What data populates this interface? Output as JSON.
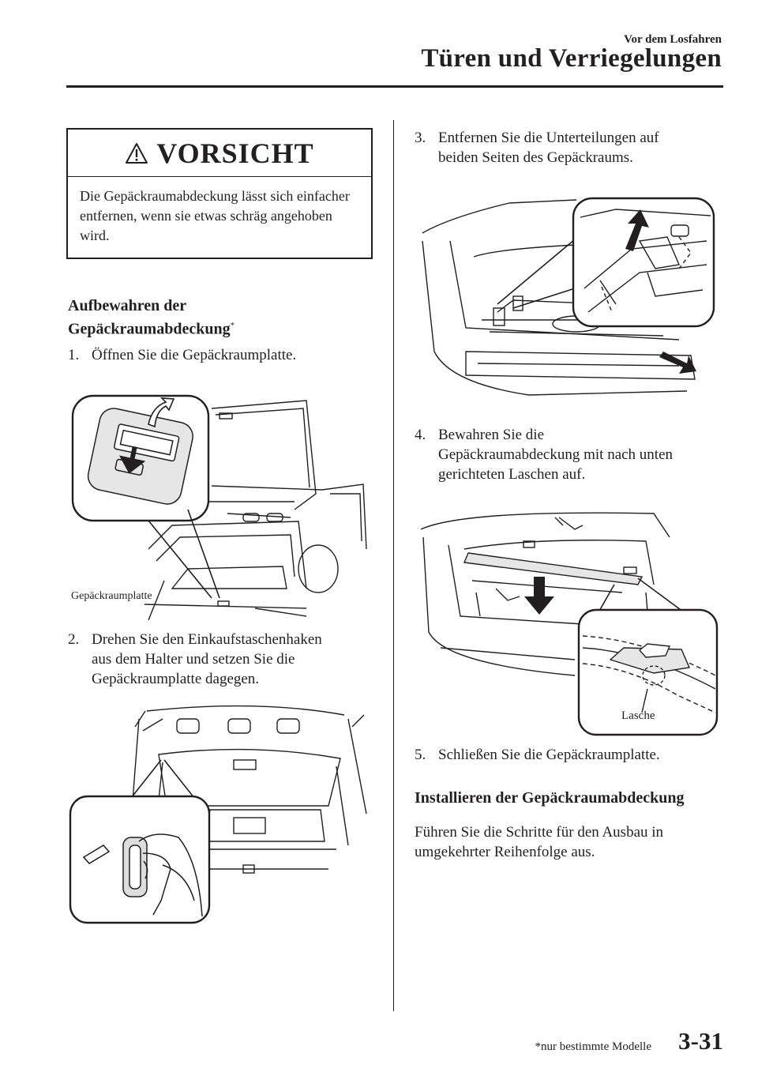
{
  "header": {
    "subtitle": "Vor dem Losfahren",
    "title": "Türen und Verriegelungen"
  },
  "caution": {
    "title": "VORSICHT",
    "text": "Die Gepäckraumabdeckung lässt sich einfacher entfernen, wenn sie etwas schräg angehoben wird."
  },
  "section_store": {
    "heading_line1": "Aufbewahren der",
    "heading_line2": "Gepäckraumabdeckung",
    "footnote_mark": "*"
  },
  "steps": [
    {
      "num": "1.",
      "line1": "Öffnen Sie die Gepäckraumplatte.",
      "line2": "",
      "line3": ""
    },
    {
      "num": "2.",
      "line1": "Drehen Sie den Einkaufstaschenhaken",
      "line2": "aus dem Halter und setzen Sie die",
      "line3": "Gepäckraumplatte dagegen."
    },
    {
      "num": "3.",
      "line1": "Entfernen Sie die Unterteilungen auf",
      "line2": "beiden Seiten des Gepäckraums.",
      "line3": ""
    },
    {
      "num": "4.",
      "line1": "Bewahren Sie die",
      "line2": "Gepäckraumabdeckung mit nach unten",
      "line3": "gerichteten Laschen auf."
    },
    {
      "num": "5.",
      "line1": "Schließen Sie die Gepäckraumplatte.",
      "line2": "",
      "line3": ""
    }
  ],
  "figures": {
    "fig1_label": "Gepäckraumplatte",
    "fig4_label": "Lasche"
  },
  "section_install": {
    "heading": "Installieren der Gepäckraumabdeckung",
    "text_line1": "Führen Sie die Schritte für den Ausbau in",
    "text_line2": "umgekehrter Reihenfolge aus."
  },
  "footer": {
    "note": "*nur bestimmte Modelle",
    "page_number": "3-31"
  }
}
